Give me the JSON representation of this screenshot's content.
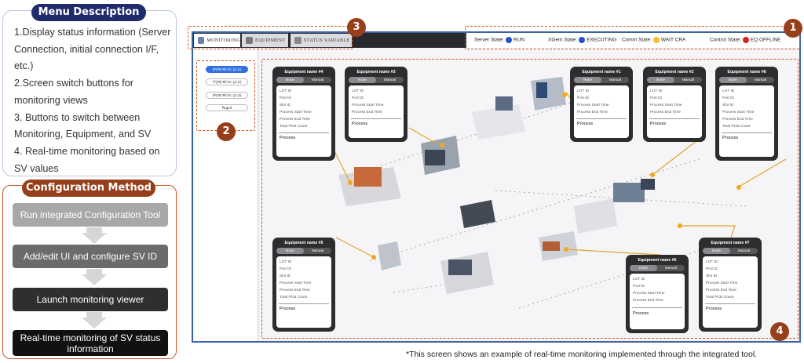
{
  "menu_description": {
    "title": "Menu Description",
    "items": [
      "1.Display status information (Server Connection, initial connection I/F, etc.)",
      "2.Screen switch buttons for monitoring views",
      "3. Buttons to switch between Monitoring, Equipment, and SV",
      "4. Real-time monitoring based on SV values"
    ]
  },
  "configuration_method": {
    "title": "Configuration Method",
    "steps": [
      "Run integrated Configuration Tool",
      "Add/edit UI and configure SV ID",
      "Launch monitoring viewer",
      "Real-time monitoring of SV status information"
    ],
    "step_colors": [
      "#a8a8a8",
      "#6b6b6b",
      "#2f2f2f",
      "#111111"
    ]
  },
  "badges": [
    "1",
    "2",
    "3",
    "4"
  ],
  "app": {
    "tabs": [
      {
        "label": "MONITORING",
        "icon": "people-icon",
        "active": true
      },
      {
        "label": "EQUIPMENT",
        "icon": "tools-icon",
        "active": false
      },
      {
        "label": "STATUS VARIABLE",
        "icon": "document-icon",
        "active": false
      }
    ],
    "states": [
      {
        "label": "Server State:",
        "value": "RUN",
        "color": "#2453c8"
      },
      {
        "label": "XGem State:",
        "value": "EXECUTING",
        "color": "#2453c8"
      },
      {
        "label": "Comm State:",
        "value": "WAIT CRA",
        "color": "#f2c230"
      },
      {
        "label": "Control State:",
        "value": "EQ OFFLINE",
        "color": "#d92020"
      }
    ],
    "page_buttons": [
      "첫번째 페이지 입니다",
      "두번째 페이지 입니다",
      "세번째 페이지 입니다",
      "Page4"
    ],
    "card_toggle": [
      "None",
      "Manual"
    ],
    "card_fields": [
      "LOT ID",
      "Port ID",
      "Slot ID",
      "Process Start Time",
      "Process End Time",
      "Total PCB Count"
    ],
    "card_process": "Process",
    "cards": [
      {
        "name": "Equipment name #4"
      },
      {
        "name": "Equipment name #3"
      },
      {
        "name": "Equipment name #1"
      },
      {
        "name": "Equipment name #2"
      },
      {
        "name": "Equipment name #8"
      },
      {
        "name": "Equipment name #5"
      },
      {
        "name": "Equipment name #6"
      },
      {
        "name": "Equipment name #7"
      }
    ]
  },
  "footnote": "*This screen shows an example of real-time monitoring implemented through the integrated tool."
}
